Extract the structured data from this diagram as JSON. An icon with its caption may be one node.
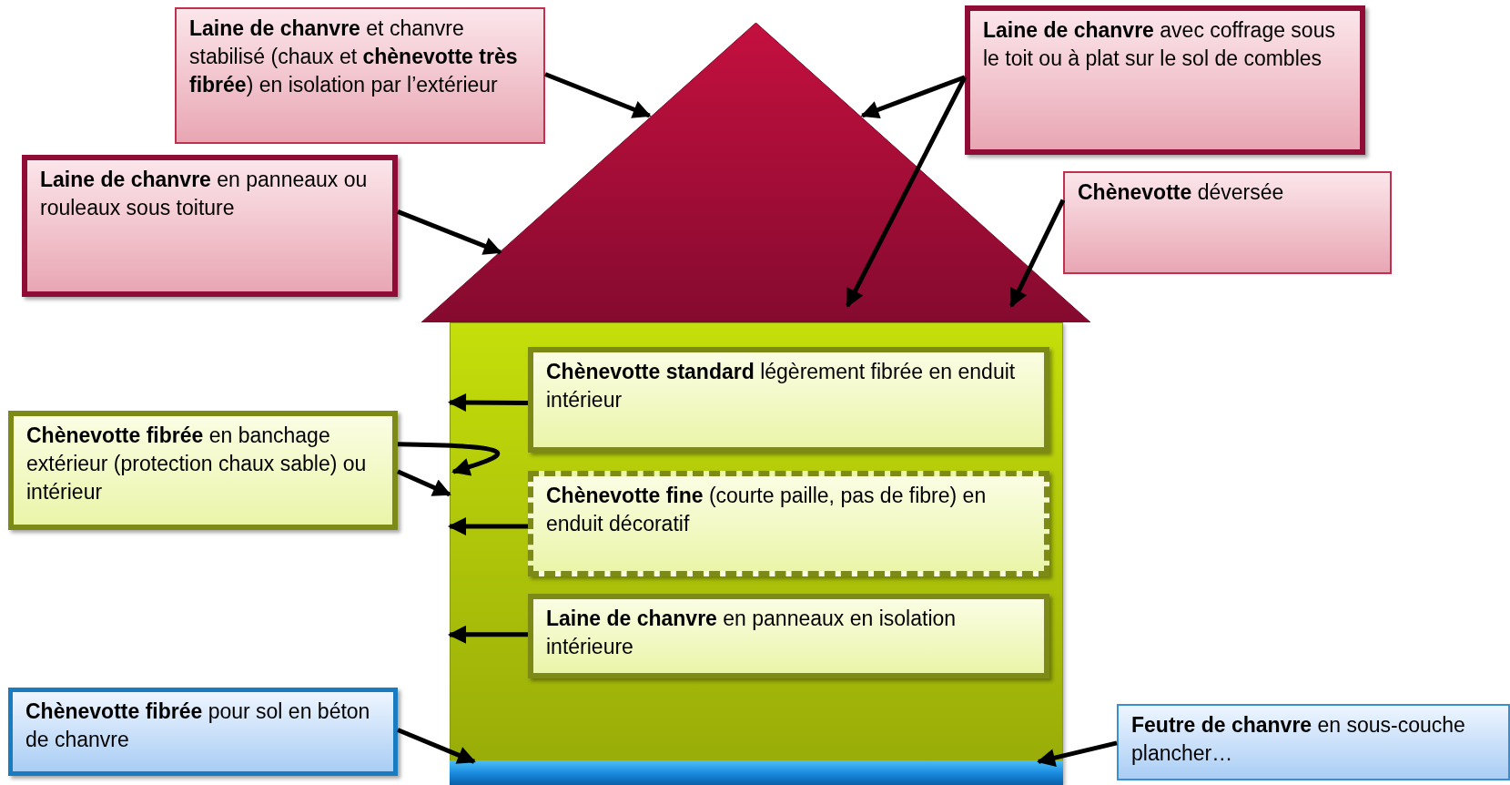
{
  "diagram": {
    "nodes": [
      {
        "text": [],
        "shape": "triangle"
      },
      {
        "text": [],
        "shape": "box"
      },
      {
        "text": [],
        "shape": "bar",
        "in": 1
      },
      {
        "text": [
          "**Chènevotte standard** légèrement fibrée en enduit intérieur"
        ],
        "in": 1
      },
      {
        "text": [
          "**Chènevotte fine** (courte paille, pas de fibre) en enduit décoratif"
        ],
        "in": 1
      },
      {
        "text": [
          "**Laine de chanvre** en panneaux en isolation intérieure"
        ],
        "in": 1
      },
      {
        "text": [
          "**Laine de chanvre** et chanvre stabilisé (chaux et **chènevotte très fibrée**) en isolation par l’extérieur"
        ]
      },
      {
        "text": [
          "**Laine de chanvre** avec coffrage sous le toit ou à plat sur le sol de combles"
        ]
      },
      {
        "text": [
          "**Laine de chanvre** en panneaux ou rouleaux sous toiture"
        ]
      },
      {
        "text": [
          "**Chènevotte** déversée"
        ]
      },
      {
        "text": [
          "**Chènevotte fibrée** en banchage extérieur (protection chaux sable) ou intérieur"
        ]
      },
      {
        "text": [
          "**Chènevotte fibrée** pour sol en béton de chanvre"
        ]
      },
      {
        "text": [
          "**Feutre de chanvre** en sous-couche plancher…"
        ]
      }
    ],
    "edges": [
      {
        "from": 6,
        "to": 0,
        "arrow": "to"
      },
      {
        "from": 7,
        "to": 0,
        "arrow": "to"
      },
      {
        "from": 7,
        "to": 0,
        "arrow": "to"
      },
      {
        "from": 8,
        "to": 0,
        "arrow": "to"
      },
      {
        "from": 9,
        "to": 0,
        "arrow": "to"
      },
      {
        "from": 3,
        "to": 1,
        "arrow": "to"
      },
      {
        "from": 4,
        "to": 1,
        "arrow": "to"
      },
      {
        "from": 5,
        "to": 1,
        "arrow": "to"
      },
      {
        "from": 10,
        "to": 1,
        "arrow": "to"
      },
      {
        "from": 10,
        "to": 1,
        "arrow": "to"
      },
      {
        "from": 11,
        "to": 2,
        "arrow": "to"
      },
      {
        "from": 12,
        "to": 2,
        "arrow": "to"
      }
    ]
  }
}
